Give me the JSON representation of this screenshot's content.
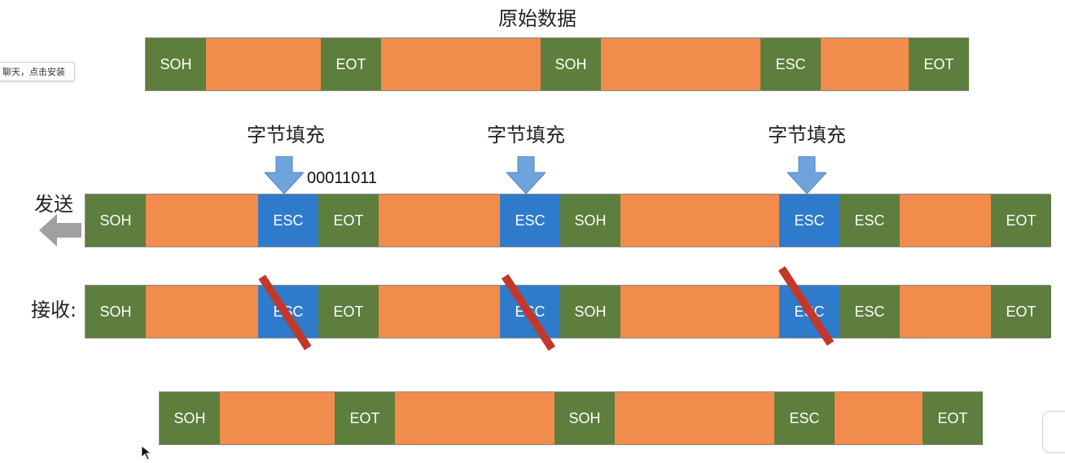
{
  "title": "原始数据",
  "tooltip": "聊天，点击安装",
  "send_label": "发送",
  "receive_label": "接收:",
  "stuffing_label": "字节填充",
  "esc_bits": "00011011",
  "rows": {
    "original": [
      "SOH",
      "EOT",
      "SOH",
      "ESC",
      "EOT"
    ],
    "send": [
      "SOH",
      "ESC",
      "EOT",
      "ESC",
      "SOH",
      "ESC",
      "ESC",
      "EOT"
    ],
    "receive": [
      "SOH",
      "ESC",
      "EOT",
      "ESC",
      "SOH",
      "ESC",
      "ESC",
      "EOT"
    ],
    "result": [
      "SOH",
      "EOT",
      "SOH",
      "ESC",
      "EOT"
    ]
  },
  "colors": {
    "data": "#f28c4c",
    "control": "#5d7e3c",
    "stuffed_escape": "#2f7bcb",
    "strike": "#c0392b",
    "arrow": "#6fa3dc",
    "send_arrow": "#a0a0a0"
  },
  "icons": {
    "fill_arrow": "arrow-down-icon",
    "send_arrow": "arrow-left-icon",
    "strike": "strike-slash"
  }
}
